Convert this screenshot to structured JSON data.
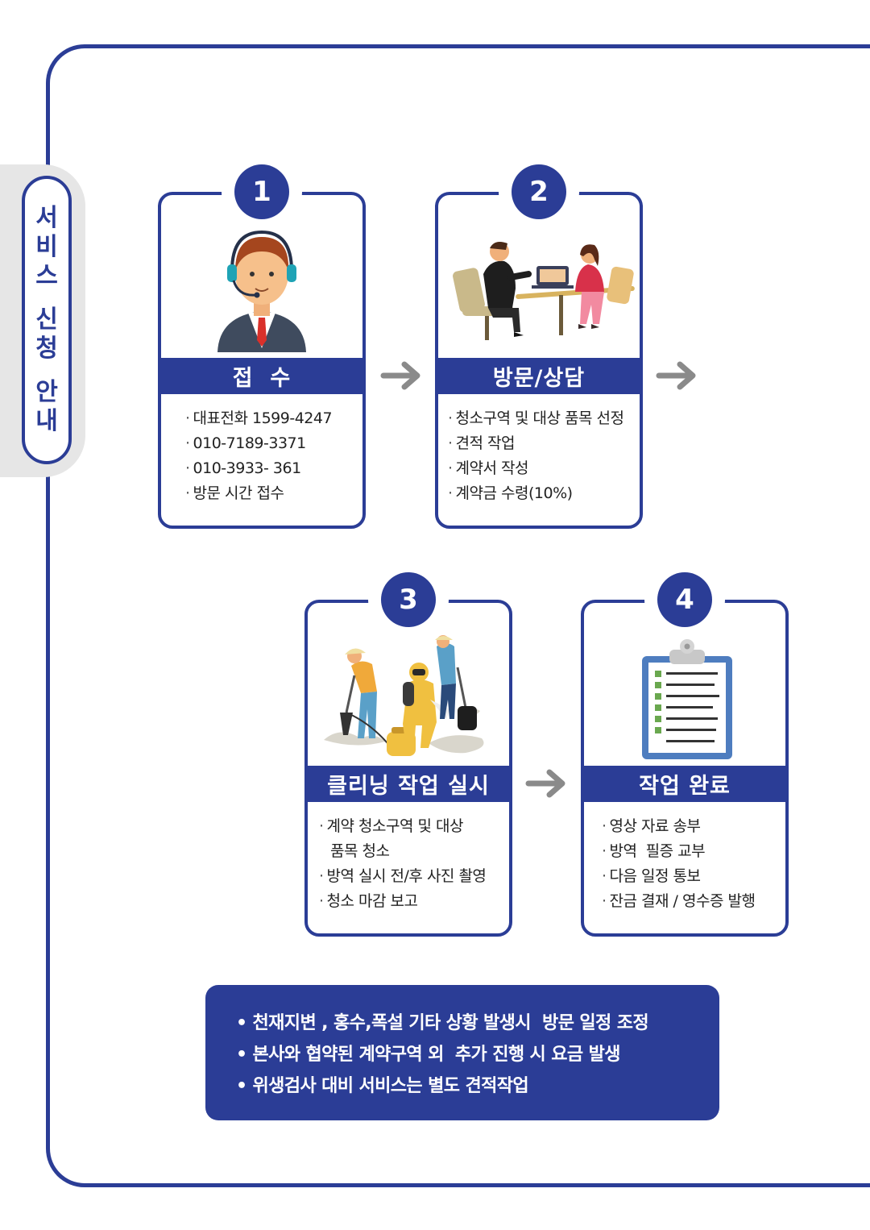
{
  "side_title": [
    "서",
    "비",
    "스",
    "",
    "신",
    "청",
    "",
    "안",
    "내"
  ],
  "steps": [
    {
      "number": "1",
      "title": "접  수",
      "icon": "call-center-agent-icon",
      "items": [
        "대표전화 1599-4247",
        "010-7189-3371",
        "010-3933- 361",
        "방문 시간 접수"
      ]
    },
    {
      "number": "2",
      "title": "방문/상담",
      "icon": "consultation-meeting-icon",
      "items": [
        "청소구역 및 대상 품목 선정",
        "견적 작업",
        "계약서 작성",
        "계약금 수령(10%)"
      ]
    },
    {
      "number": "3",
      "title": "클리닝 작업 실시",
      "icon": "cleaning-crew-icon",
      "items": [
        "계약 청소구역 및 대상",
        "품목 청소",
        "방역 실시 전/후 사진 촬영",
        "청소 마감 보고"
      ]
    },
    {
      "number": "4",
      "title": "작업 완료",
      "icon": "clipboard-checklist-icon",
      "items": [
        "영상 자료 송부",
        "방역  필증 교부",
        "다음 일정 통보",
        "잔금 결재 / 영수증 발행"
      ]
    }
  ],
  "notices": [
    "• 천재지변 , 홍수,폭설 기타 상황 발생시  방문 일정 조정",
    "• 본사와 협약된 계약구역 외  추가 진행 시 요금 발생",
    "• 위생검사 대비 서비스는 별도 견적작업"
  ],
  "colors": {
    "primary": "#2b3d96",
    "arrow": "#8a8a8a",
    "side_shade": "#e6e6e6"
  }
}
